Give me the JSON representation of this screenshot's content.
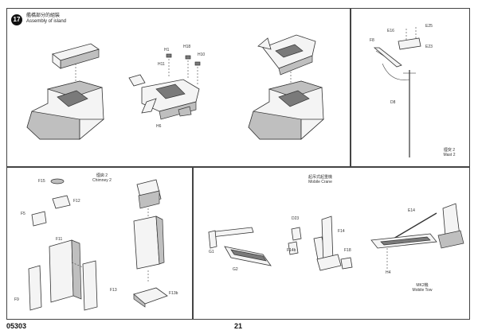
{
  "step": {
    "number": "17",
    "title_cn": "艦橋部分的組裝",
    "title_en": "Assembly of island"
  },
  "panel_top_left": {
    "labels": [
      "H1",
      "H18",
      "H10",
      "H11",
      "H6"
    ]
  },
  "panel_mast": {
    "labels": [
      "E25",
      "E16",
      "E23",
      "F8",
      "D8"
    ],
    "caption_cn": "煙突 2",
    "caption_en": "Mast 2"
  },
  "panel_chimney": {
    "caption_cn": "煙囱 2",
    "caption_en": "Chimney 2",
    "labels": [
      "F15",
      "F12",
      "F5",
      "F11",
      "F9",
      "F13",
      "F13b"
    ]
  },
  "panel_crane": {
    "caption_cn": "起吊式起重機",
    "caption_en": "Mobile Crane",
    "labels": [
      "D23",
      "F14",
      "F14b",
      "G1",
      "G2",
      "F18",
      "E14",
      "H4"
    ],
    "mk_caption_cn": "MK2機",
    "mk_caption_en": "Mobile Tow"
  },
  "footer": {
    "code": "05303",
    "page": "21"
  }
}
